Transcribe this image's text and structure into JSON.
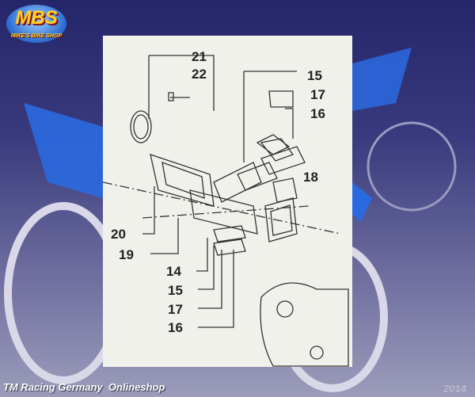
{
  "logo": {
    "title": "MBS",
    "subtitle": "MIKE'S BIKE SHOP"
  },
  "footer": {
    "shop": "TM Racing Germany  Onlineshop",
    "year": "2014"
  },
  "diagram": {
    "labels": [
      "21",
      "22",
      "15",
      "17",
      "16",
      "18",
      "20",
      "19",
      "14",
      "15",
      "17",
      "16"
    ]
  }
}
